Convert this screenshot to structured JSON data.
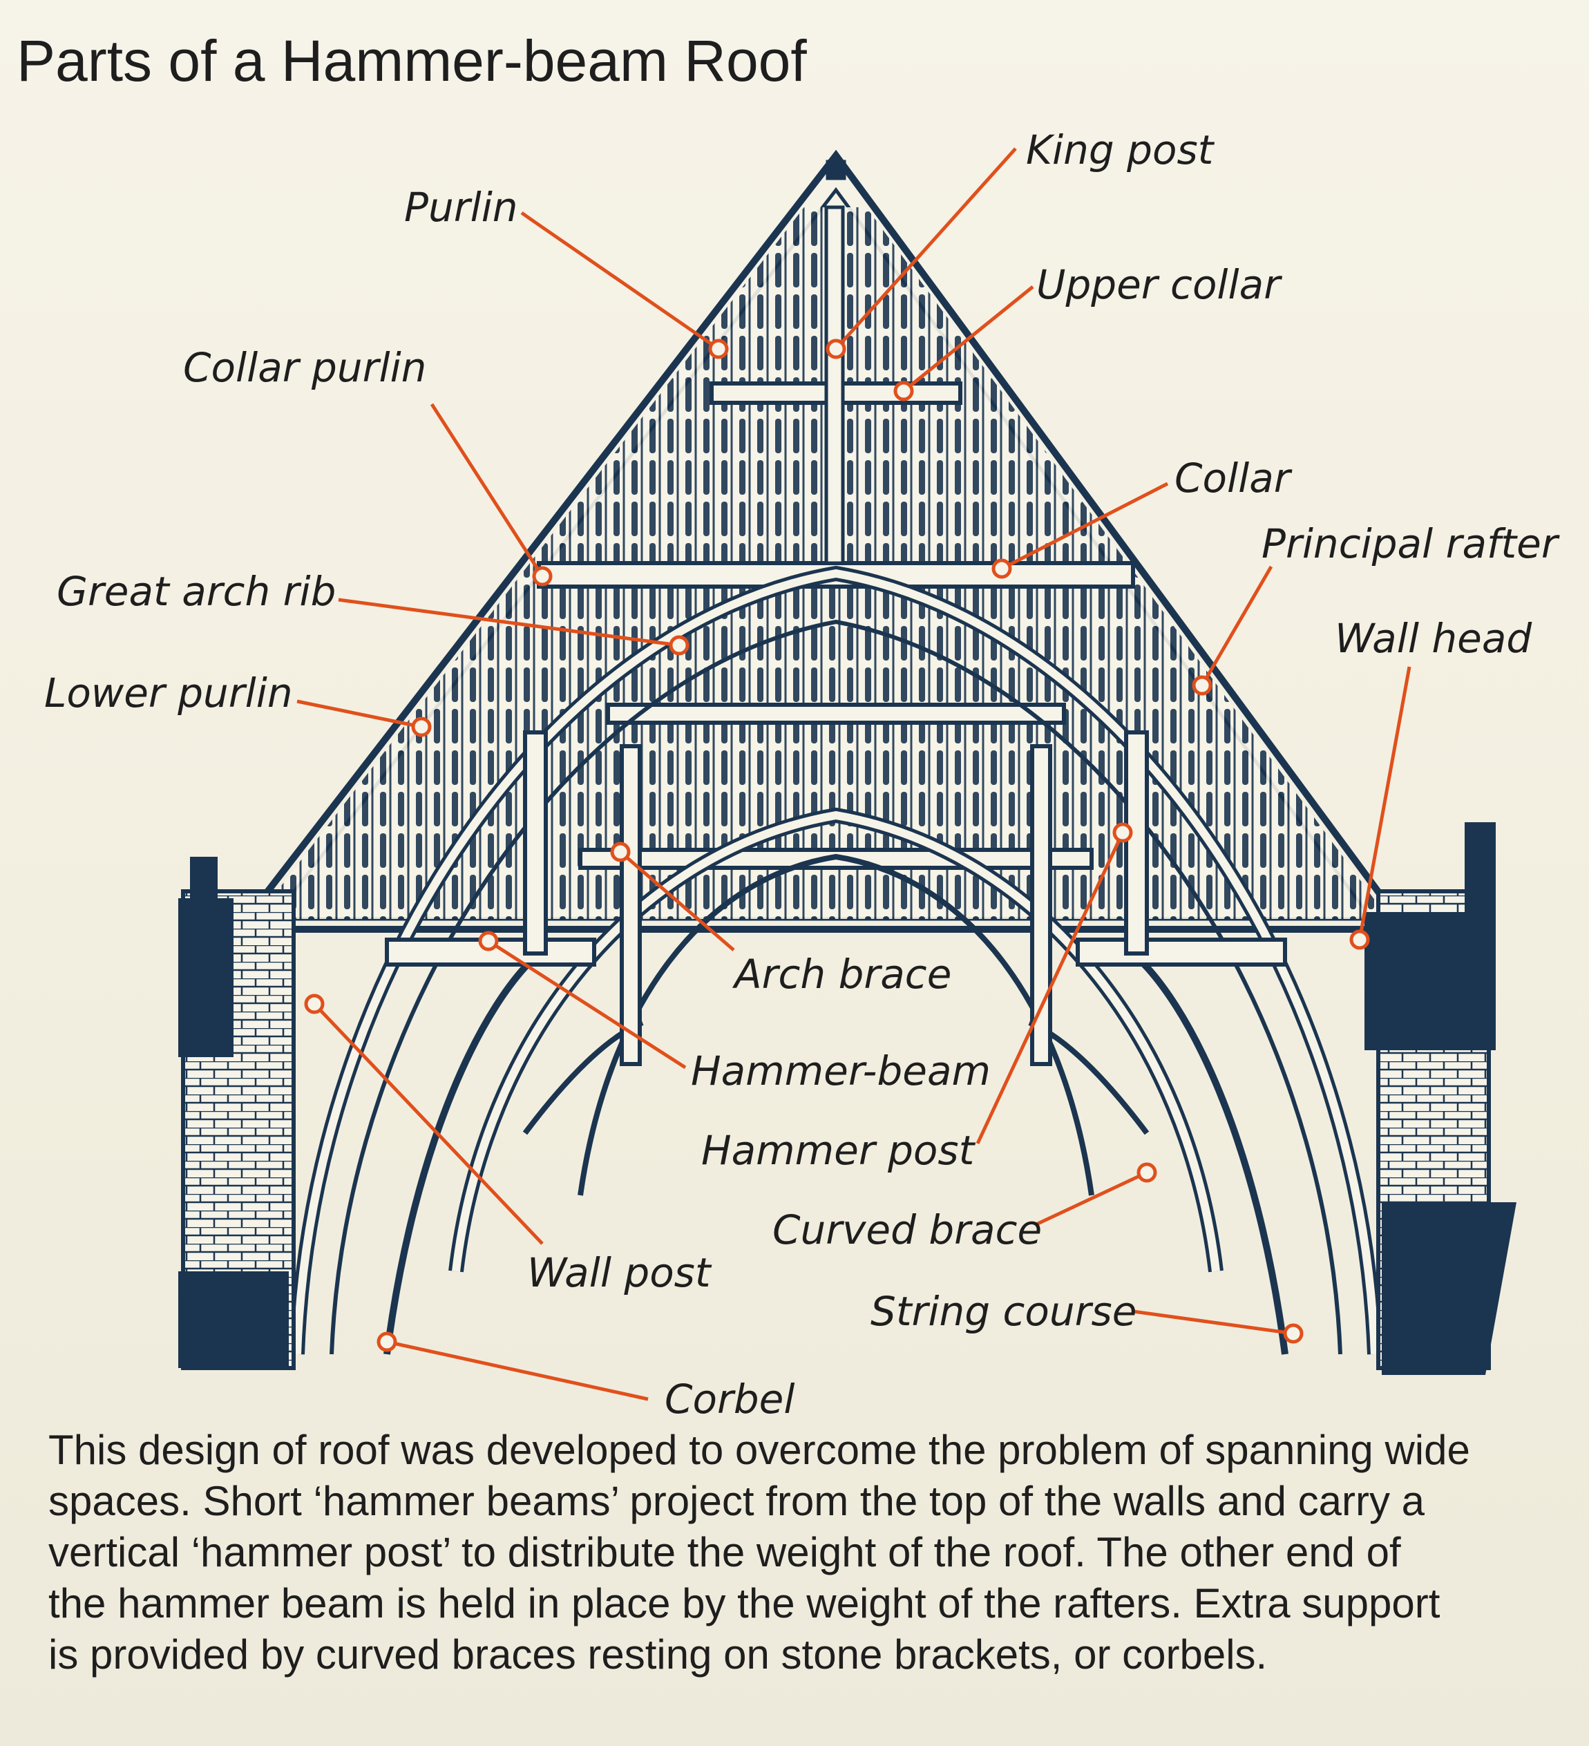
{
  "title": "Parts of a Hammer-beam Roof",
  "labels": {
    "king_post": "King post",
    "purlin": "Purlin",
    "upper_collar": "Upper collar",
    "collar_purlin": "Collar purlin",
    "collar": "Collar",
    "principal_rafter": "Principal rafter",
    "great_arch_rib": "Great arch rib",
    "wall_head": "Wall head",
    "lower_purlin": "Lower purlin",
    "arch_brace": "Arch brace",
    "hammer_beam": "Hammer-beam",
    "hammer_post": "Hammer post",
    "curved_brace": "Curved brace",
    "wall_post": "Wall post",
    "string_course": "String course",
    "corbel": "Corbel"
  },
  "description": {
    "line1": "This design of roof was developed to overcome the problem of spanning wide",
    "line2": "spaces. Short ‘hammer beams’ project from the top of the walls and carry a",
    "line3": "vertical ‘hammer post’ to distribute the weight of the roof. The other end of",
    "line4": "the hammer beam is held in place by the weight of the rafters. Extra support",
    "line5": "is provided by curved braces resting on stone brackets, or corbels."
  },
  "colors": {
    "drawing": "#1b3550",
    "leader": "#e0501c",
    "background": "#f3efe2",
    "text": "#1e1e1e"
  }
}
